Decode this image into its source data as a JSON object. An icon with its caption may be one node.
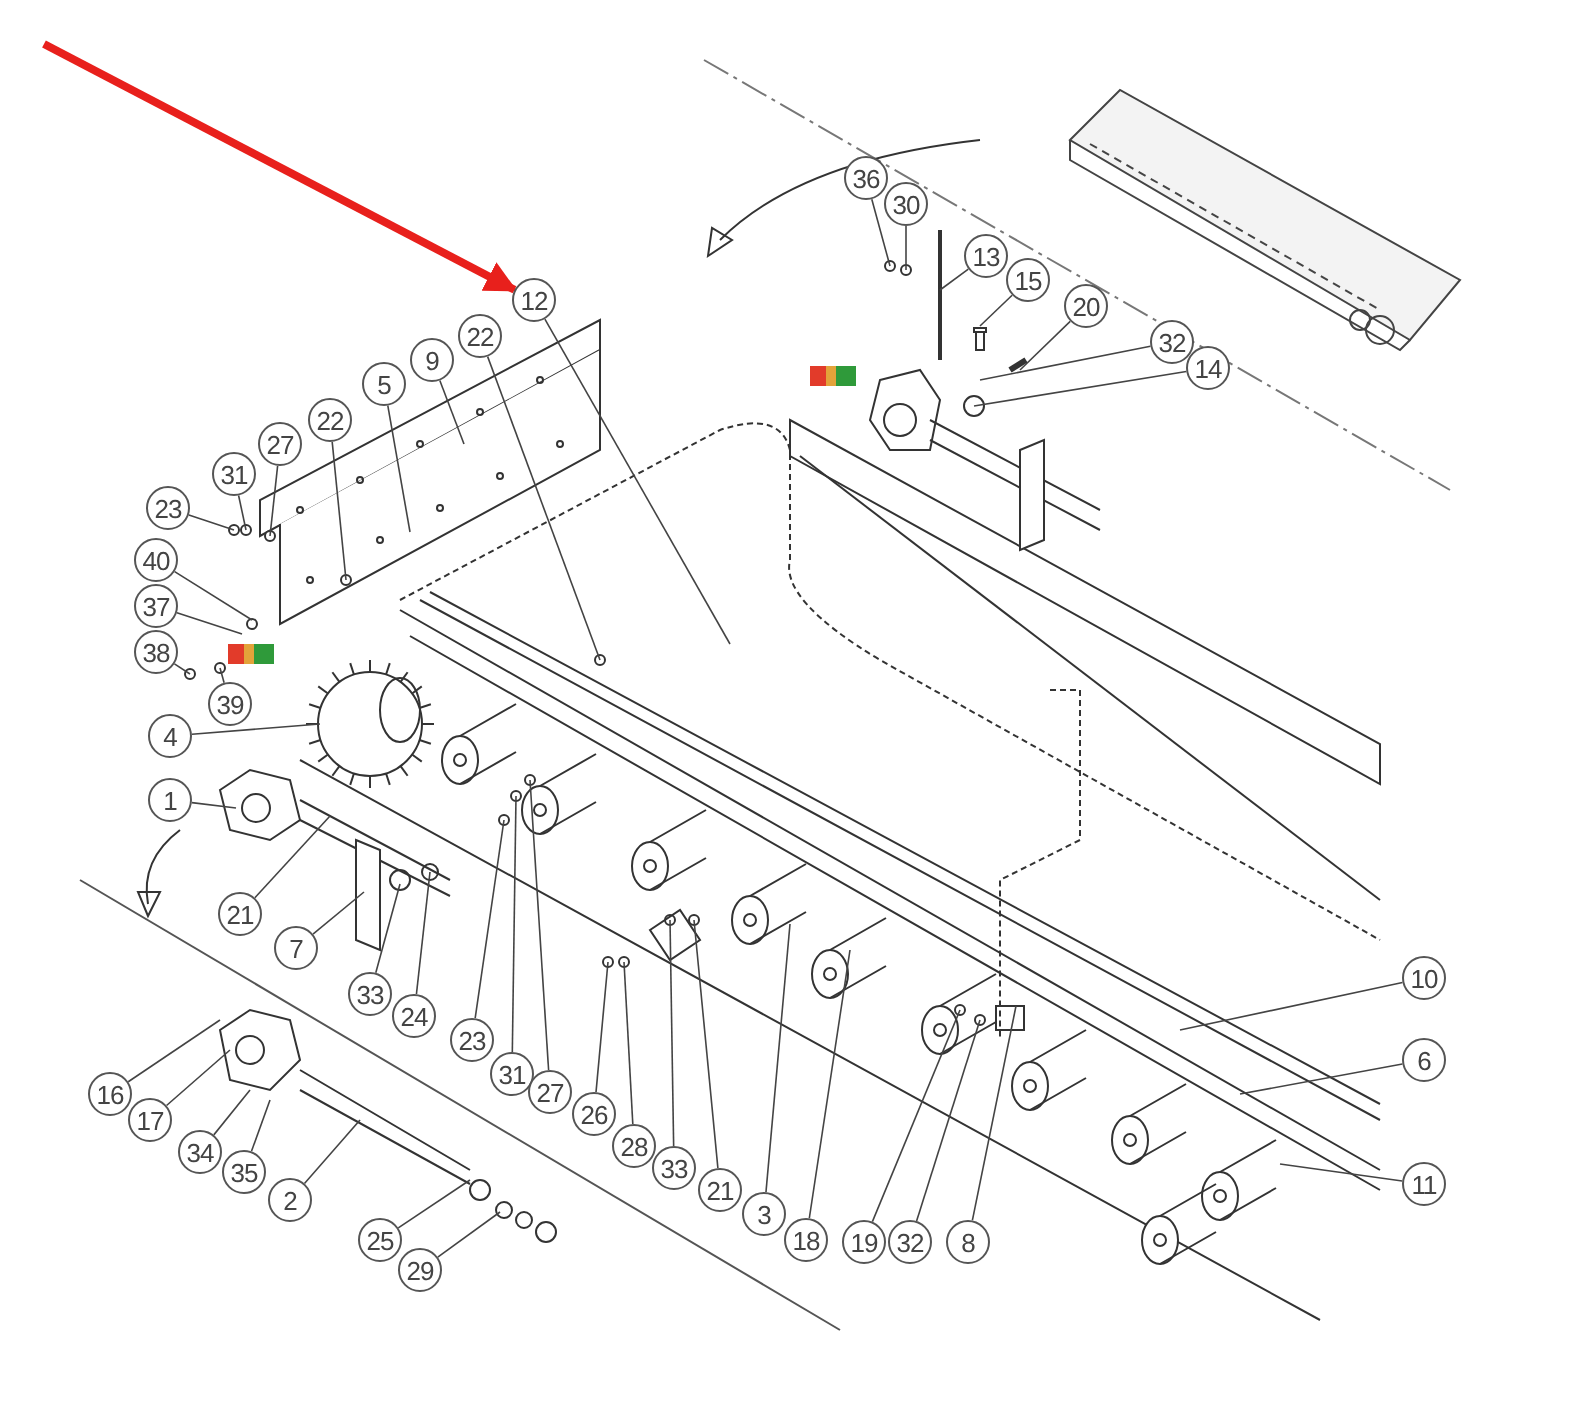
{
  "diagram": {
    "nodes": [
      {
        "text": [
          "12"
        ]
      },
      {
        "text": [
          "22"
        ]
      },
      {
        "text": [
          "9"
        ]
      },
      {
        "text": [
          "5"
        ]
      },
      {
        "text": [
          "22"
        ]
      },
      {
        "text": [
          "27"
        ]
      },
      {
        "text": [
          "31"
        ]
      },
      {
        "text": [
          "23"
        ]
      },
      {
        "text": [
          "40"
        ]
      },
      {
        "text": [
          "37"
        ]
      },
      {
        "text": [
          "38"
        ]
      },
      {
        "text": [
          "39"
        ]
      },
      {
        "text": [
          "4"
        ]
      },
      {
        "text": [
          "1"
        ]
      },
      {
        "text": [
          "21"
        ]
      },
      {
        "text": [
          "7"
        ]
      },
      {
        "text": [
          "33"
        ]
      },
      {
        "text": [
          "24"
        ]
      },
      {
        "text": [
          "23"
        ]
      },
      {
        "text": [
          "31"
        ]
      },
      {
        "text": [
          "27"
        ]
      },
      {
        "text": [
          "26"
        ]
      },
      {
        "text": [
          "28"
        ]
      },
      {
        "text": [
          "33"
        ]
      },
      {
        "text": [
          "21"
        ]
      },
      {
        "text": [
          "3"
        ]
      },
      {
        "text": [
          "18"
        ]
      },
      {
        "text": [
          "19"
        ]
      },
      {
        "text": [
          "32"
        ]
      },
      {
        "text": [
          "8"
        ]
      },
      {
        "text": [
          "10"
        ]
      },
      {
        "text": [
          "6"
        ]
      },
      {
        "text": [
          "11"
        ]
      },
      {
        "text": [
          "16"
        ]
      },
      {
        "text": [
          "17"
        ]
      },
      {
        "text": [
          "34"
        ]
      },
      {
        "text": [
          "35"
        ]
      },
      {
        "text": [
          "2"
        ]
      },
      {
        "text": [
          "25"
        ]
      },
      {
        "text": [
          "29"
        ]
      },
      {
        "text": [
          "36"
        ]
      },
      {
        "text": [
          "30"
        ]
      },
      {
        "text": [
          "13"
        ]
      },
      {
        "text": [
          "15"
        ]
      },
      {
        "text": [
          "20"
        ]
      },
      {
        "text": [
          "32"
        ]
      },
      {
        "text": [
          "14"
        ]
      }
    ],
    "edges": [
      {
        "from": 0,
        "to": null,
        "arrow": "none"
      },
      {
        "from": 1,
        "to": null,
        "arrow": "none"
      },
      {
        "from": 2,
        "to": null,
        "arrow": "none"
      },
      {
        "from": 3,
        "to": null,
        "arrow": "none"
      },
      {
        "from": 4,
        "to": null,
        "arrow": "none"
      },
      {
        "from": 5,
        "to": null,
        "arrow": "none"
      },
      {
        "from": 6,
        "to": null,
        "arrow": "none"
      },
      {
        "from": 7,
        "to": null,
        "arrow": "none"
      },
      {
        "from": 8,
        "to": null,
        "arrow": "none"
      },
      {
        "from": 9,
        "to": null,
        "arrow": "none"
      },
      {
        "from": 10,
        "to": null,
        "arrow": "none"
      },
      {
        "from": 11,
        "to": null,
        "arrow": "none"
      },
      {
        "from": 12,
        "to": null,
        "arrow": "none"
      },
      {
        "from": 13,
        "to": null,
        "arrow": "none"
      },
      {
        "from": 14,
        "to": null,
        "arrow": "none"
      },
      {
        "from": 15,
        "to": null,
        "arrow": "none"
      },
      {
        "from": 16,
        "to": null,
        "arrow": "none"
      },
      {
        "from": 17,
        "to": null,
        "arrow": "none"
      },
      {
        "from": 18,
        "to": null,
        "arrow": "none"
      },
      {
        "from": 19,
        "to": null,
        "arrow": "none"
      },
      {
        "from": 20,
        "to": null,
        "arrow": "none"
      },
      {
        "from": 21,
        "to": null,
        "arrow": "none"
      },
      {
        "from": 22,
        "to": null,
        "arrow": "none"
      },
      {
        "from": 23,
        "to": null,
        "arrow": "none"
      },
      {
        "from": 24,
        "to": null,
        "arrow": "none"
      },
      {
        "from": 25,
        "to": null,
        "arrow": "none"
      },
      {
        "from": 26,
        "to": null,
        "arrow": "none"
      },
      {
        "from": 27,
        "to": null,
        "arrow": "none"
      },
      {
        "from": 28,
        "to": null,
        "arrow": "none"
      },
      {
        "from": 29,
        "to": null,
        "arrow": "none"
      },
      {
        "from": 30,
        "to": null,
        "arrow": "none"
      },
      {
        "from": 31,
        "to": null,
        "arrow": "none"
      },
      {
        "from": 32,
        "to": null,
        "arrow": "none"
      },
      {
        "from": 33,
        "to": null,
        "arrow": "none"
      },
      {
        "from": 34,
        "to": null,
        "arrow": "none"
      },
      {
        "from": 35,
        "to": null,
        "arrow": "none"
      },
      {
        "from": 36,
        "to": null,
        "arrow": "none"
      },
      {
        "from": 37,
        "to": null,
        "arrow": "none"
      },
      {
        "from": 38,
        "to": null,
        "arrow": "none"
      },
      {
        "from": 39,
        "to": null,
        "arrow": "none"
      },
      {
        "from": 40,
        "to": null,
        "arrow": "none"
      },
      {
        "from": 41,
        "to": null,
        "arrow": "none"
      },
      {
        "from": 42,
        "to": null,
        "arrow": "none"
      },
      {
        "from": 43,
        "to": null,
        "arrow": "none"
      },
      {
        "from": 44,
        "to": null,
        "arrow": "none"
      },
      {
        "from": 45,
        "to": null,
        "arrow": "none"
      },
      {
        "from": 46,
        "to": null,
        "arrow": "none"
      },
      {
        "from": null,
        "to": 0,
        "arrow": "to",
        "style": "thick",
        "color": "#e8201c"
      }
    ]
  }
}
